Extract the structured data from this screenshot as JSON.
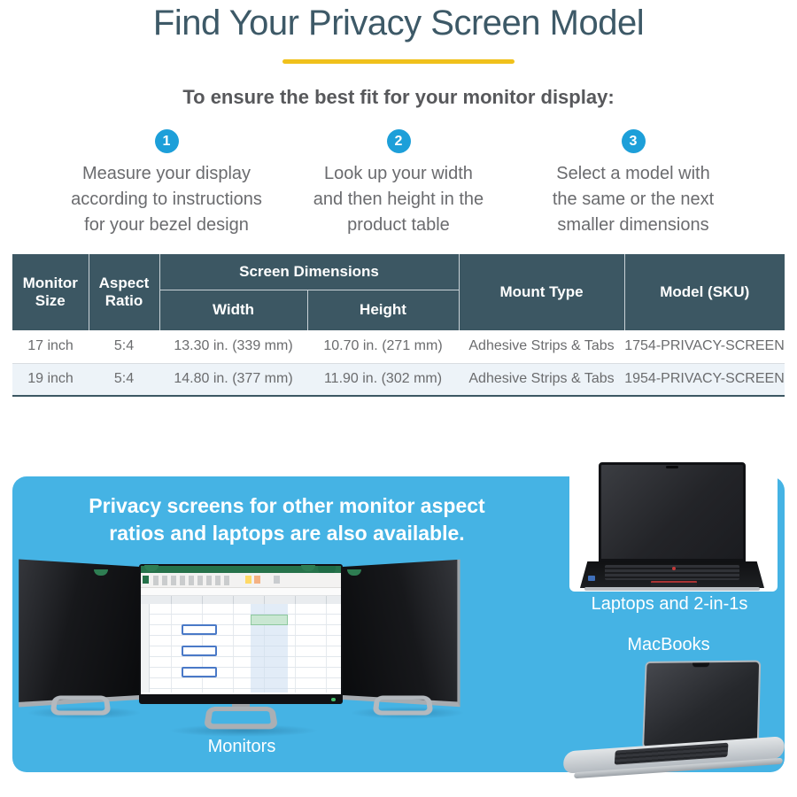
{
  "header": {
    "title": "Find Your Privacy Screen Model",
    "subtitle": "To ensure the best fit for your monitor display:"
  },
  "steps": [
    {
      "number": "1",
      "lines": [
        "Measure your display",
        "according to instructions",
        "for your bezel design"
      ]
    },
    {
      "number": "2",
      "lines": [
        "Look up your width",
        "and then height in the",
        "product table"
      ]
    },
    {
      "number": "3",
      "lines": [
        "Select a model with",
        "the same or the next",
        "smaller dimensions"
      ]
    }
  ],
  "table": {
    "headers": {
      "monitor_size": "Monitor Size",
      "aspect_ratio": "Aspect Ratio",
      "screen_dimensions": "Screen Dimensions",
      "width": "Width",
      "height": "Height",
      "mount_type": "Mount Type",
      "model_sku": "Model (SKU)"
    },
    "rows": [
      {
        "monitor_size": "17 inch",
        "aspect_ratio": "5:4",
        "width": "13.30 in. (339 mm)",
        "height": "10.70 in. (271 mm)",
        "mount_type": "Adhesive Strips & Tabs",
        "model_sku": "1754-PRIVACY-SCREEN"
      },
      {
        "monitor_size": "19 inch",
        "aspect_ratio": "5:4",
        "width": "14.80 in. (377 mm)",
        "height": "11.90 in. (302 mm)",
        "mount_type": "Adhesive Strips & Tabs",
        "model_sku": "1954-PRIVACY-SCREEN"
      }
    ]
  },
  "panel": {
    "heading_lines": [
      "Privacy screens for other monitor aspect",
      "ratios and laptops are also available."
    ],
    "monitors_label": "Monitors",
    "laptops_label": "Laptops and 2-in-1s",
    "macbooks_label": "MacBooks"
  },
  "colors": {
    "accent_blue": "#1d9fd9",
    "panel_blue": "#45b3e4",
    "underline_yellow": "#f0c11b",
    "table_header_bg": "#3c5763",
    "title_color": "#3d5967",
    "body_text_gray": "#6a6b6e",
    "excel_green": "#26724a"
  }
}
